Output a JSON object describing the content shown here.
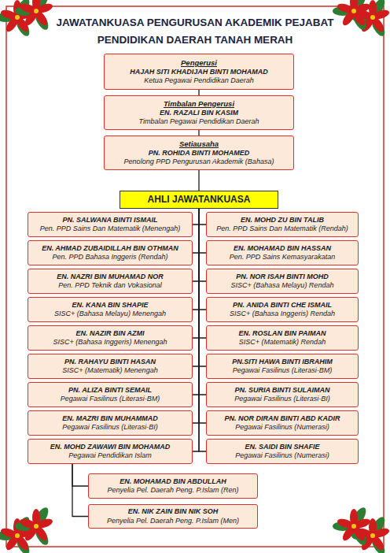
{
  "diagram": {
    "title": "JAWATANKUASA PENGURUSAN AKADEMIK PEJABAT PENDIDIKAN DAERAH TANAH MERAH",
    "nodes": [
      {
        "text": [
          "Pengerusi",
          "HAJAH SITI KHADIJAH BINTI MOHAMAD",
          "Ketua Pegawai Pendidikan Daerah"
        ]
      },
      {
        "text": [
          "Timbalan Pengerusi",
          "EN. RAZALI BIN KASIM",
          "Timbalan Pegawai Pendidikan Daerah"
        ]
      },
      {
        "text": [
          "Setiausaha",
          "PN. ROHIDA BINTI MOHAMED",
          "Penolong PPD Pengurusan Akademik (Bahasa)"
        ]
      },
      {
        "text": [
          "AHLI JAWATANKUASA"
        ]
      },
      {
        "text": [
          "PN. SALWANA BINTI ISMAIL",
          "Pen. PPD Sains Dan Matematik (Menengah)"
        ]
      },
      {
        "text": [
          "EN. MOHD ZU BIN TALIB",
          "Pen. PPD Sains Dan Matematik (Rendah)"
        ]
      },
      {
        "text": [
          "EN. AHMAD ZUBAIDILLAH BIN OTHMAN",
          "Pen. PPD Bahasa Inggeris (Rendah)"
        ]
      },
      {
        "text": [
          "EN. MOHAMAD BIN HASSAN",
          "Pen. PPD Sains Kemasyarakatan"
        ]
      },
      {
        "text": [
          "EN. NAZRI BIN MUHAMAD NOR",
          "Pen. PPD Teknik dan Vokasional"
        ]
      },
      {
        "text": [
          "PN. NOR ISAH BINTI MOHD",
          "SISC+ (Bahasa Melayu) Rendah"
        ]
      },
      {
        "text": [
          "EN. KANA BIN SHAPIE",
          "SISC+ (Bahasa Melayu) Menengah"
        ]
      },
      {
        "text": [
          "PN. ANIDA BINTI CHE ISMAIL",
          "SISC+ (Bahasa Inggeris) Rendah"
        ]
      },
      {
        "text": [
          "EN. NAZIR BIN AZMI",
          "SISC+ (Bahasa Inggeris) Menengah"
        ]
      },
      {
        "text": [
          "EN. ROSLAN BIN PAIMAN",
          "SISC+ (Matematik) Rendah"
        ]
      },
      {
        "text": [
          "PN. RAHAYU BINTI HASAN",
          "SISC+ (Matematik) Menengah"
        ]
      },
      {
        "text": [
          "PN.SITI HAWA BINTI IBRAHIM",
          "Pegawai Fasilinus (Literasi-BM)"
        ]
      },
      {
        "text": [
          "PN. ALIZA BINTI SEMAIL",
          "Pegawai Fasilinus (Literasi-BM)"
        ]
      },
      {
        "text": [
          "PN. SURIA BINTI SULAIMAN",
          "Pegawai Fasilinus (Literasi-BI)"
        ]
      },
      {
        "text": [
          "EN. MAZRI BIN MUHAMMAD",
          "Pegawai Fasilinus (Literasi-BI)"
        ]
      },
      {
        "text": [
          "PN. NOR DIRAN BINTI ABD KADIR",
          "Pegawai Fasilinus (Numerasi)"
        ]
      },
      {
        "text": [
          "EN. MOHD ZAWAWI BIN MOHAMAD",
          "Pegawai  Pendidikan Islam"
        ]
      },
      {
        "text": [
          "EN. SAIDI BIN SHAFIE",
          "Pegawai Fasilinus (Numerasi)"
        ]
      },
      {
        "text": [
          "EN. MOHAMAD BIN ABDULLAH",
          "Penyelia Pel. Daerah Peng. P.Islam (Ren)"
        ]
      },
      {
        "text": [
          "EN. NIK ZAIN BIN NIK SOH",
          "Penyelia Pel. Daerah Peng. P.Islam (Men)"
        ]
      }
    ],
    "edges": [
      {
        "from": 0,
        "to": 1,
        "arrow": "none"
      },
      {
        "from": 1,
        "to": 2,
        "arrow": "none"
      },
      {
        "from": 2,
        "to": 3,
        "arrow": "none"
      },
      {
        "from": 3,
        "to": 4,
        "arrow": "none"
      },
      {
        "from": 3,
        "to": 5,
        "arrow": "none"
      },
      {
        "from": 3,
        "to": 6,
        "arrow": "none"
      },
      {
        "from": 3,
        "to": 7,
        "arrow": "none"
      },
      {
        "from": 3,
        "to": 8,
        "arrow": "none"
      },
      {
        "from": 3,
        "to": 9,
        "arrow": "none"
      },
      {
        "from": 3,
        "to": 10,
        "arrow": "none"
      },
      {
        "from": 3,
        "to": 11,
        "arrow": "none"
      },
      {
        "from": 3,
        "to": 12,
        "arrow": "none"
      },
      {
        "from": 3,
        "to": 13,
        "arrow": "none"
      },
      {
        "from": 3,
        "to": 14,
        "arrow": "none"
      },
      {
        "from": 3,
        "to": 15,
        "arrow": "none"
      },
      {
        "from": 3,
        "to": 16,
        "arrow": "none"
      },
      {
        "from": 3,
        "to": 17,
        "arrow": "none"
      },
      {
        "from": 3,
        "to": 18,
        "arrow": "none"
      },
      {
        "from": 3,
        "to": 19,
        "arrow": "none"
      },
      {
        "from": 3,
        "to": 20,
        "arrow": "none"
      },
      {
        "from": 3,
        "to": 21,
        "arrow": "none"
      },
      {
        "from": 20,
        "to": 22,
        "arrow": "none"
      },
      {
        "from": 20,
        "to": 23,
        "arrow": "none"
      }
    ]
  }
}
